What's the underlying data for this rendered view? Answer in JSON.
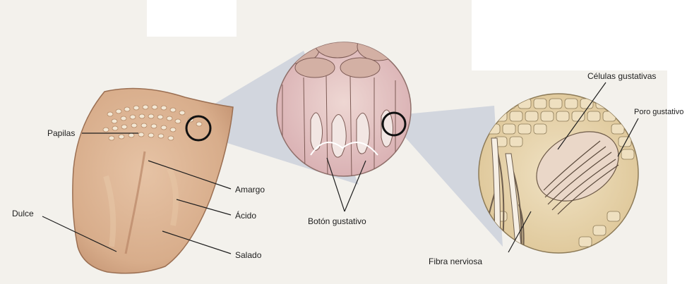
{
  "labels": {
    "papilas": "Papilas",
    "dulce": "Dulce",
    "amargo": "Amargo",
    "acido": "Ácido",
    "salado": "Salado",
    "boton_gustativo": "Botón gustativo",
    "celulas_gustativas": "Células gustativas",
    "poro_gustativo": "Poro gustativo",
    "fibra_nerviosa": "Fibra nerviosa"
  },
  "colors": {
    "tongue": "#dcb596",
    "tongue_shadow": "#c99978",
    "papillae": "#f1e6d2",
    "magnify_cone": "#aab6ce",
    "tissue_pink": "#e6c2c6",
    "cell_tan": "#e4cfa6",
    "leader_line": "#1e1e1e"
  }
}
